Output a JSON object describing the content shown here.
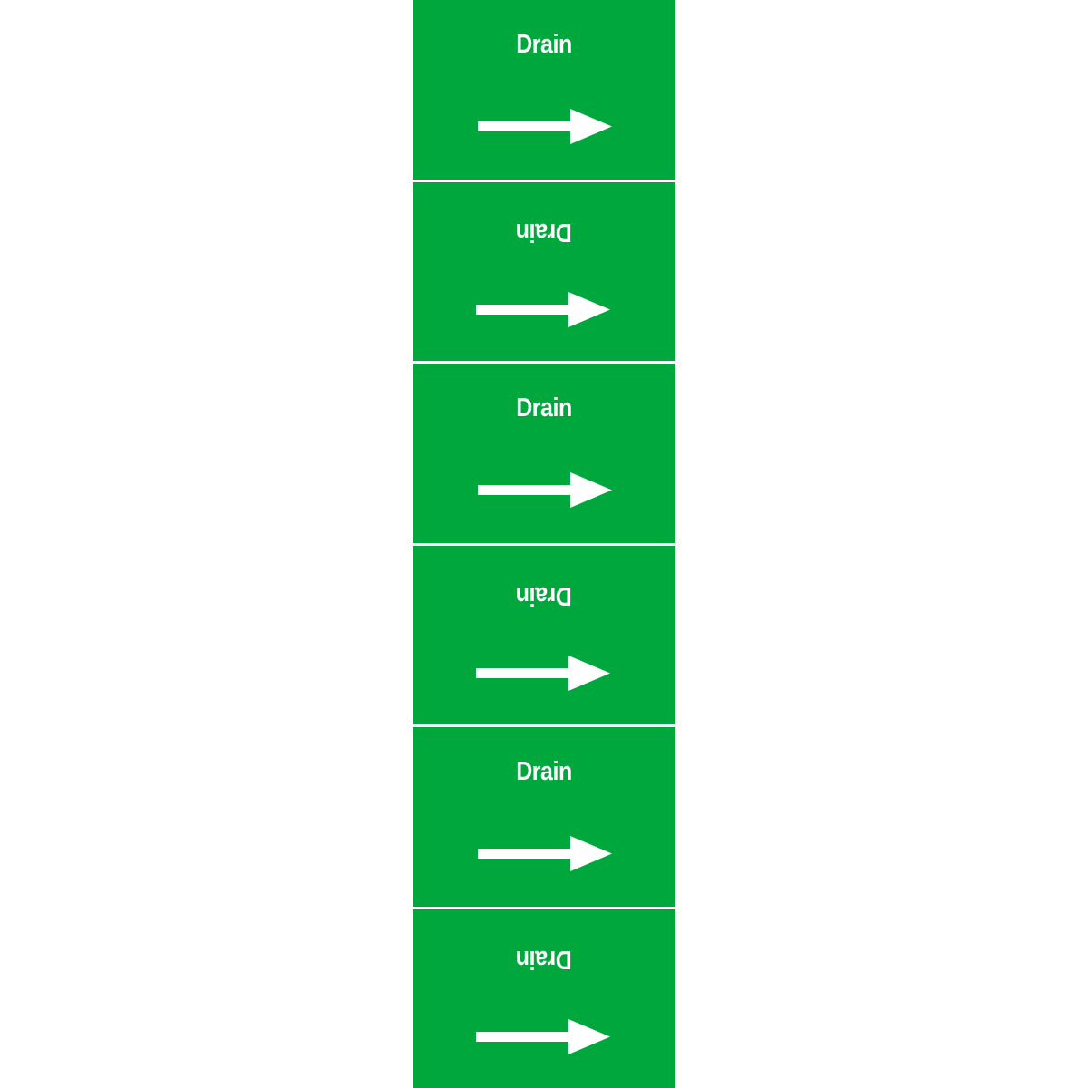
{
  "colors": {
    "panel": "#00a73c",
    "text": "#ffffff",
    "background": "#ffffff"
  },
  "panels": [
    {
      "label": "Drain",
      "orientation": "upright",
      "arrow": "arrow-right-icon"
    },
    {
      "label": "Drain",
      "orientation": "inverted",
      "arrow": "arrow-right-icon"
    },
    {
      "label": "Drain",
      "orientation": "upright",
      "arrow": "arrow-right-icon"
    },
    {
      "label": "Drain",
      "orientation": "inverted",
      "arrow": "arrow-right-icon"
    },
    {
      "label": "Drain",
      "orientation": "upright",
      "arrow": "arrow-right-icon"
    },
    {
      "label": "Drain",
      "orientation": "inverted",
      "arrow": "arrow-right-icon"
    }
  ]
}
